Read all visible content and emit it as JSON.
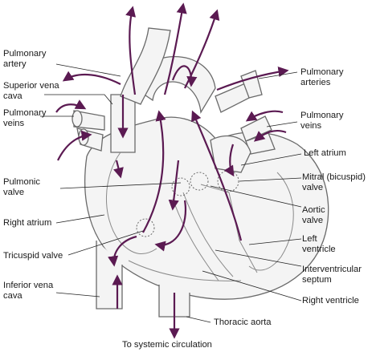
{
  "labels": {
    "pulmonary_artery": [
      "Pulmonary",
      "artery"
    ],
    "superior_vena_cava": [
      "Superior vena",
      "cava"
    ],
    "pulmonary_veins_left": [
      "Pulmonary",
      "veins"
    ],
    "pulmonic_valve": [
      "Pulmonic",
      "valve"
    ],
    "right_atrium": "Right atrium",
    "tricuspid_valve": "Tricuspid valve",
    "inferior_vena_cava": [
      "Inferior vena",
      "cava"
    ],
    "pulmonary_arteries": [
      "Pulmonary",
      "arteries"
    ],
    "pulmonary_veins_right": [
      "Pulmonary",
      "veins"
    ],
    "left_atrium": "Left atrium",
    "mitral_valve": [
      "Mitral (bicuspid)",
      "valve"
    ],
    "aortic_valve": [
      "Aortic",
      "valve"
    ],
    "left_ventricle": [
      "Left",
      "ventricle"
    ],
    "interventricular_septum": [
      "Interventricular",
      "septum"
    ],
    "right_ventricle": "Right ventricle",
    "thoracic_aorta": "Thoracic aorta",
    "systemic_circulation": "To systemic circulation"
  },
  "colors": {
    "outline": "#6a6a6a",
    "fill": "#f4f4f4",
    "arrow": "#5b1a52",
    "leader": "#222222"
  }
}
